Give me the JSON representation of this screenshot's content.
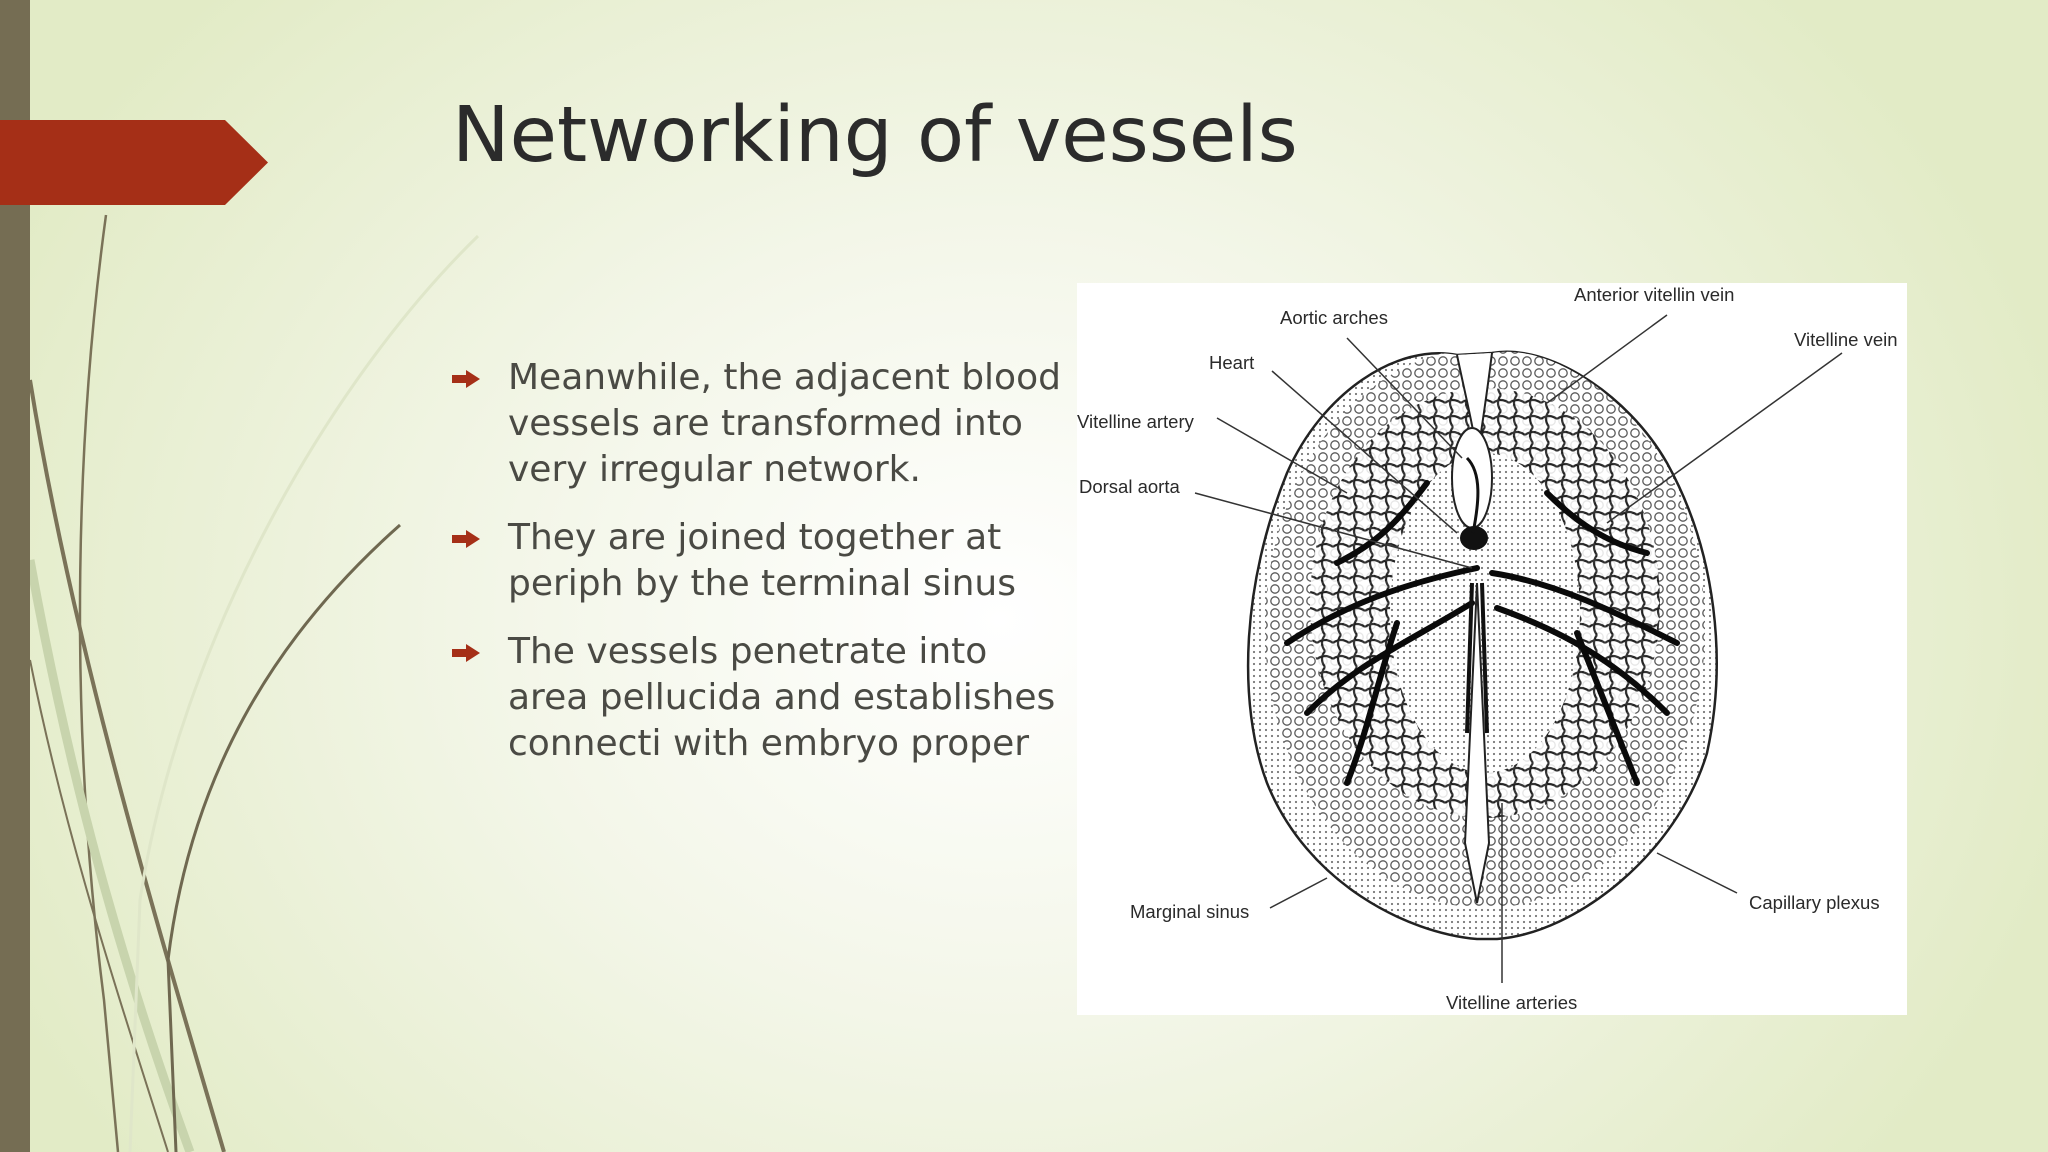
{
  "slide": {
    "title": "Networking of vessels",
    "colors": {
      "accent": "#a52f17",
      "left_bar": "#756d53",
      "background": "#eef2de",
      "decor_line": "#7a7258"
    },
    "bullets": [
      "Meanwhile, the adjacent blood vessels are transformed into very irregular network.",
      "They are joined together at periph by the terminal sinus",
      "The vessels penetrate into area pellucida and establishes connecti with embryo proper"
    ],
    "bullet_icon": "arrow-right-icon"
  },
  "figure": {
    "labels": {
      "aortic_arches": "Aortic arches",
      "anterior_vitellin_vein": "Anterior vitellin vein",
      "vitelline_vein": "Vitelline vein",
      "heart": "Heart",
      "vitelline_artery": "Vitelline artery",
      "dorsal_aorta": "Dorsal aorta",
      "marginal_sinus": "Marginal sinus",
      "capillary_plexus": "Capillary plexus",
      "vitelline_arteries": "Vitelline arteries"
    }
  }
}
